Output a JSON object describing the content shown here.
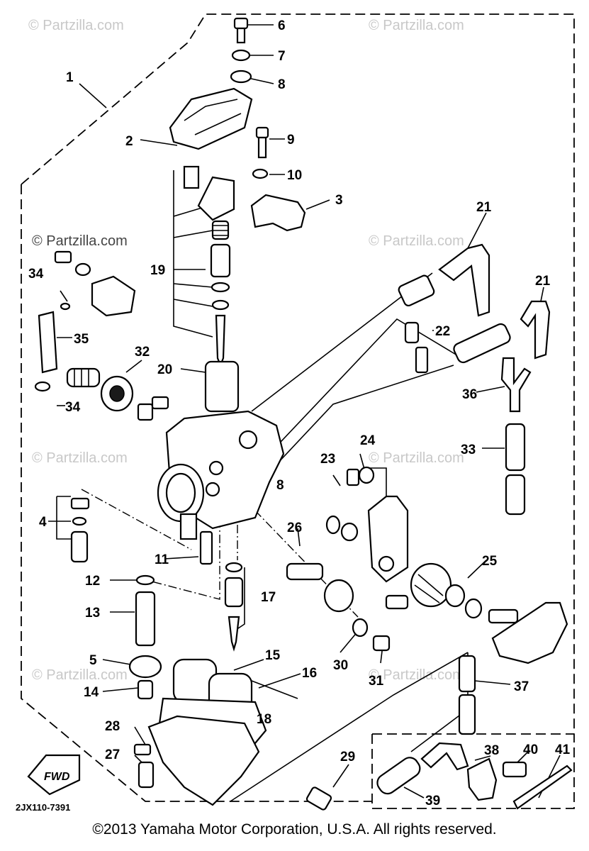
{
  "diagram_code": "2JX110-7391",
  "copyright": "©2013  Yamaha Motor Corporation, U.S.A. All rights reserved.",
  "watermark": "© Partzilla.com",
  "fwd_label": "FWD",
  "callouts": [
    {
      "id": "c1",
      "label": "1"
    },
    {
      "id": "c2",
      "label": "2"
    },
    {
      "id": "c3",
      "label": "3"
    },
    {
      "id": "c4",
      "label": "4"
    },
    {
      "id": "c5",
      "label": "5"
    },
    {
      "id": "c6",
      "label": "6"
    },
    {
      "id": "c7",
      "label": "7"
    },
    {
      "id": "c8",
      "label": "8"
    },
    {
      "id": "c8b",
      "label": "8"
    },
    {
      "id": "c9",
      "label": "9"
    },
    {
      "id": "c10",
      "label": "10"
    },
    {
      "id": "c11",
      "label": "11"
    },
    {
      "id": "c12",
      "label": "12"
    },
    {
      "id": "c13",
      "label": "13"
    },
    {
      "id": "c14",
      "label": "14"
    },
    {
      "id": "c15",
      "label": "15"
    },
    {
      "id": "c16",
      "label": "16"
    },
    {
      "id": "c17",
      "label": "17"
    },
    {
      "id": "c18",
      "label": "18"
    },
    {
      "id": "c19",
      "label": "19"
    },
    {
      "id": "c20",
      "label": "20"
    },
    {
      "id": "c21a",
      "label": "21"
    },
    {
      "id": "c21b",
      "label": "21"
    },
    {
      "id": "c22",
      "label": "22"
    },
    {
      "id": "c23",
      "label": "23"
    },
    {
      "id": "c24",
      "label": "24"
    },
    {
      "id": "c25",
      "label": "25"
    },
    {
      "id": "c26",
      "label": "26"
    },
    {
      "id": "c27",
      "label": "27"
    },
    {
      "id": "c28",
      "label": "28"
    },
    {
      "id": "c29",
      "label": "29"
    },
    {
      "id": "c30",
      "label": "30"
    },
    {
      "id": "c31",
      "label": "31"
    },
    {
      "id": "c32",
      "label": "32"
    },
    {
      "id": "c33",
      "label": "33"
    },
    {
      "id": "c34a",
      "label": "34"
    },
    {
      "id": "c34b",
      "label": "34"
    },
    {
      "id": "c35",
      "label": "35"
    },
    {
      "id": "c36",
      "label": "36"
    },
    {
      "id": "c37",
      "label": "37"
    },
    {
      "id": "c38",
      "label": "38"
    },
    {
      "id": "c39",
      "label": "39"
    },
    {
      "id": "c40",
      "label": "40"
    },
    {
      "id": "c41",
      "label": "41"
    }
  ]
}
